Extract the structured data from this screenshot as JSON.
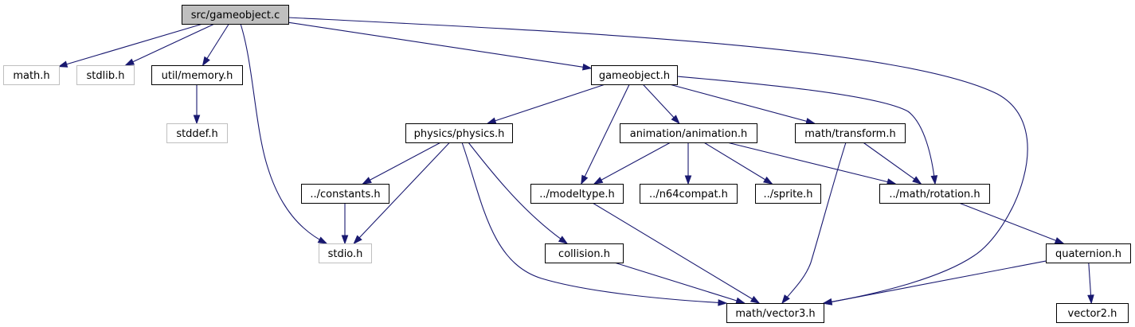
{
  "graph": {
    "nodes": [
      {
        "id": "gameobject_c",
        "label": "src/gameobject.c",
        "style": "root"
      },
      {
        "id": "math_h",
        "label": "math.h",
        "style": "system"
      },
      {
        "id": "stdlib_h",
        "label": "stdlib.h",
        "style": "system"
      },
      {
        "id": "util_memory_h",
        "label": "util/memory.h",
        "style": "local"
      },
      {
        "id": "stddef_h",
        "label": "stddef.h",
        "style": "system"
      },
      {
        "id": "gameobject_h",
        "label": "gameobject.h",
        "style": "local"
      },
      {
        "id": "physics_h",
        "label": "physics/physics.h",
        "style": "local"
      },
      {
        "id": "animation_h",
        "label": "animation/animation.h",
        "style": "local"
      },
      {
        "id": "transform_h",
        "label": "math/transform.h",
        "style": "local"
      },
      {
        "id": "constants_h",
        "label": "../constants.h",
        "style": "local"
      },
      {
        "id": "modeltype_h",
        "label": "../modeltype.h",
        "style": "local"
      },
      {
        "id": "n64compat_h",
        "label": "../n64compat.h",
        "style": "local"
      },
      {
        "id": "sprite_h",
        "label": "../sprite.h",
        "style": "local"
      },
      {
        "id": "rotation_h",
        "label": "../math/rotation.h",
        "style": "local"
      },
      {
        "id": "stdio_h",
        "label": "stdio.h",
        "style": "system"
      },
      {
        "id": "collision_h",
        "label": "collision.h",
        "style": "local"
      },
      {
        "id": "quaternion_h",
        "label": "quaternion.h",
        "style": "local"
      },
      {
        "id": "vector3_h",
        "label": "math/vector3.h",
        "style": "local"
      },
      {
        "id": "vector2_h",
        "label": "vector2.h",
        "style": "local"
      }
    ],
    "edges": [
      {
        "from": "gameobject_c",
        "to": "math_h"
      },
      {
        "from": "gameobject_c",
        "to": "stdlib_h"
      },
      {
        "from": "gameobject_c",
        "to": "util_memory_h"
      },
      {
        "from": "gameobject_c",
        "to": "stdio_h"
      },
      {
        "from": "gameobject_c",
        "to": "gameobject_h"
      },
      {
        "from": "gameobject_c",
        "to": "vector3_h"
      },
      {
        "from": "util_memory_h",
        "to": "stddef_h"
      },
      {
        "from": "gameobject_h",
        "to": "physics_h"
      },
      {
        "from": "gameobject_h",
        "to": "modeltype_h"
      },
      {
        "from": "gameobject_h",
        "to": "animation_h"
      },
      {
        "from": "gameobject_h",
        "to": "transform_h"
      },
      {
        "from": "gameobject_h",
        "to": "rotation_h"
      },
      {
        "from": "physics_h",
        "to": "constants_h"
      },
      {
        "from": "physics_h",
        "to": "stdio_h"
      },
      {
        "from": "physics_h",
        "to": "collision_h"
      },
      {
        "from": "physics_h",
        "to": "vector3_h"
      },
      {
        "from": "animation_h",
        "to": "modeltype_h"
      },
      {
        "from": "animation_h",
        "to": "n64compat_h"
      },
      {
        "from": "animation_h",
        "to": "sprite_h"
      },
      {
        "from": "animation_h",
        "to": "rotation_h"
      },
      {
        "from": "transform_h",
        "to": "rotation_h"
      },
      {
        "from": "transform_h",
        "to": "vector3_h"
      },
      {
        "from": "constants_h",
        "to": "stdio_h"
      },
      {
        "from": "modeltype_h",
        "to": "vector3_h"
      },
      {
        "from": "collision_h",
        "to": "vector3_h"
      },
      {
        "from": "rotation_h",
        "to": "quaternion_h"
      },
      {
        "from": "quaternion_h",
        "to": "vector3_h"
      },
      {
        "from": "quaternion_h",
        "to": "vector2_h"
      }
    ]
  },
  "colors": {
    "edge": "#191970",
    "root_fill": "#bfbfbf",
    "root_border": "#000000",
    "local_fill": "#ffffff",
    "local_border": "#000000",
    "system_fill": "#ffffff",
    "system_border": "#bfbfbf"
  }
}
